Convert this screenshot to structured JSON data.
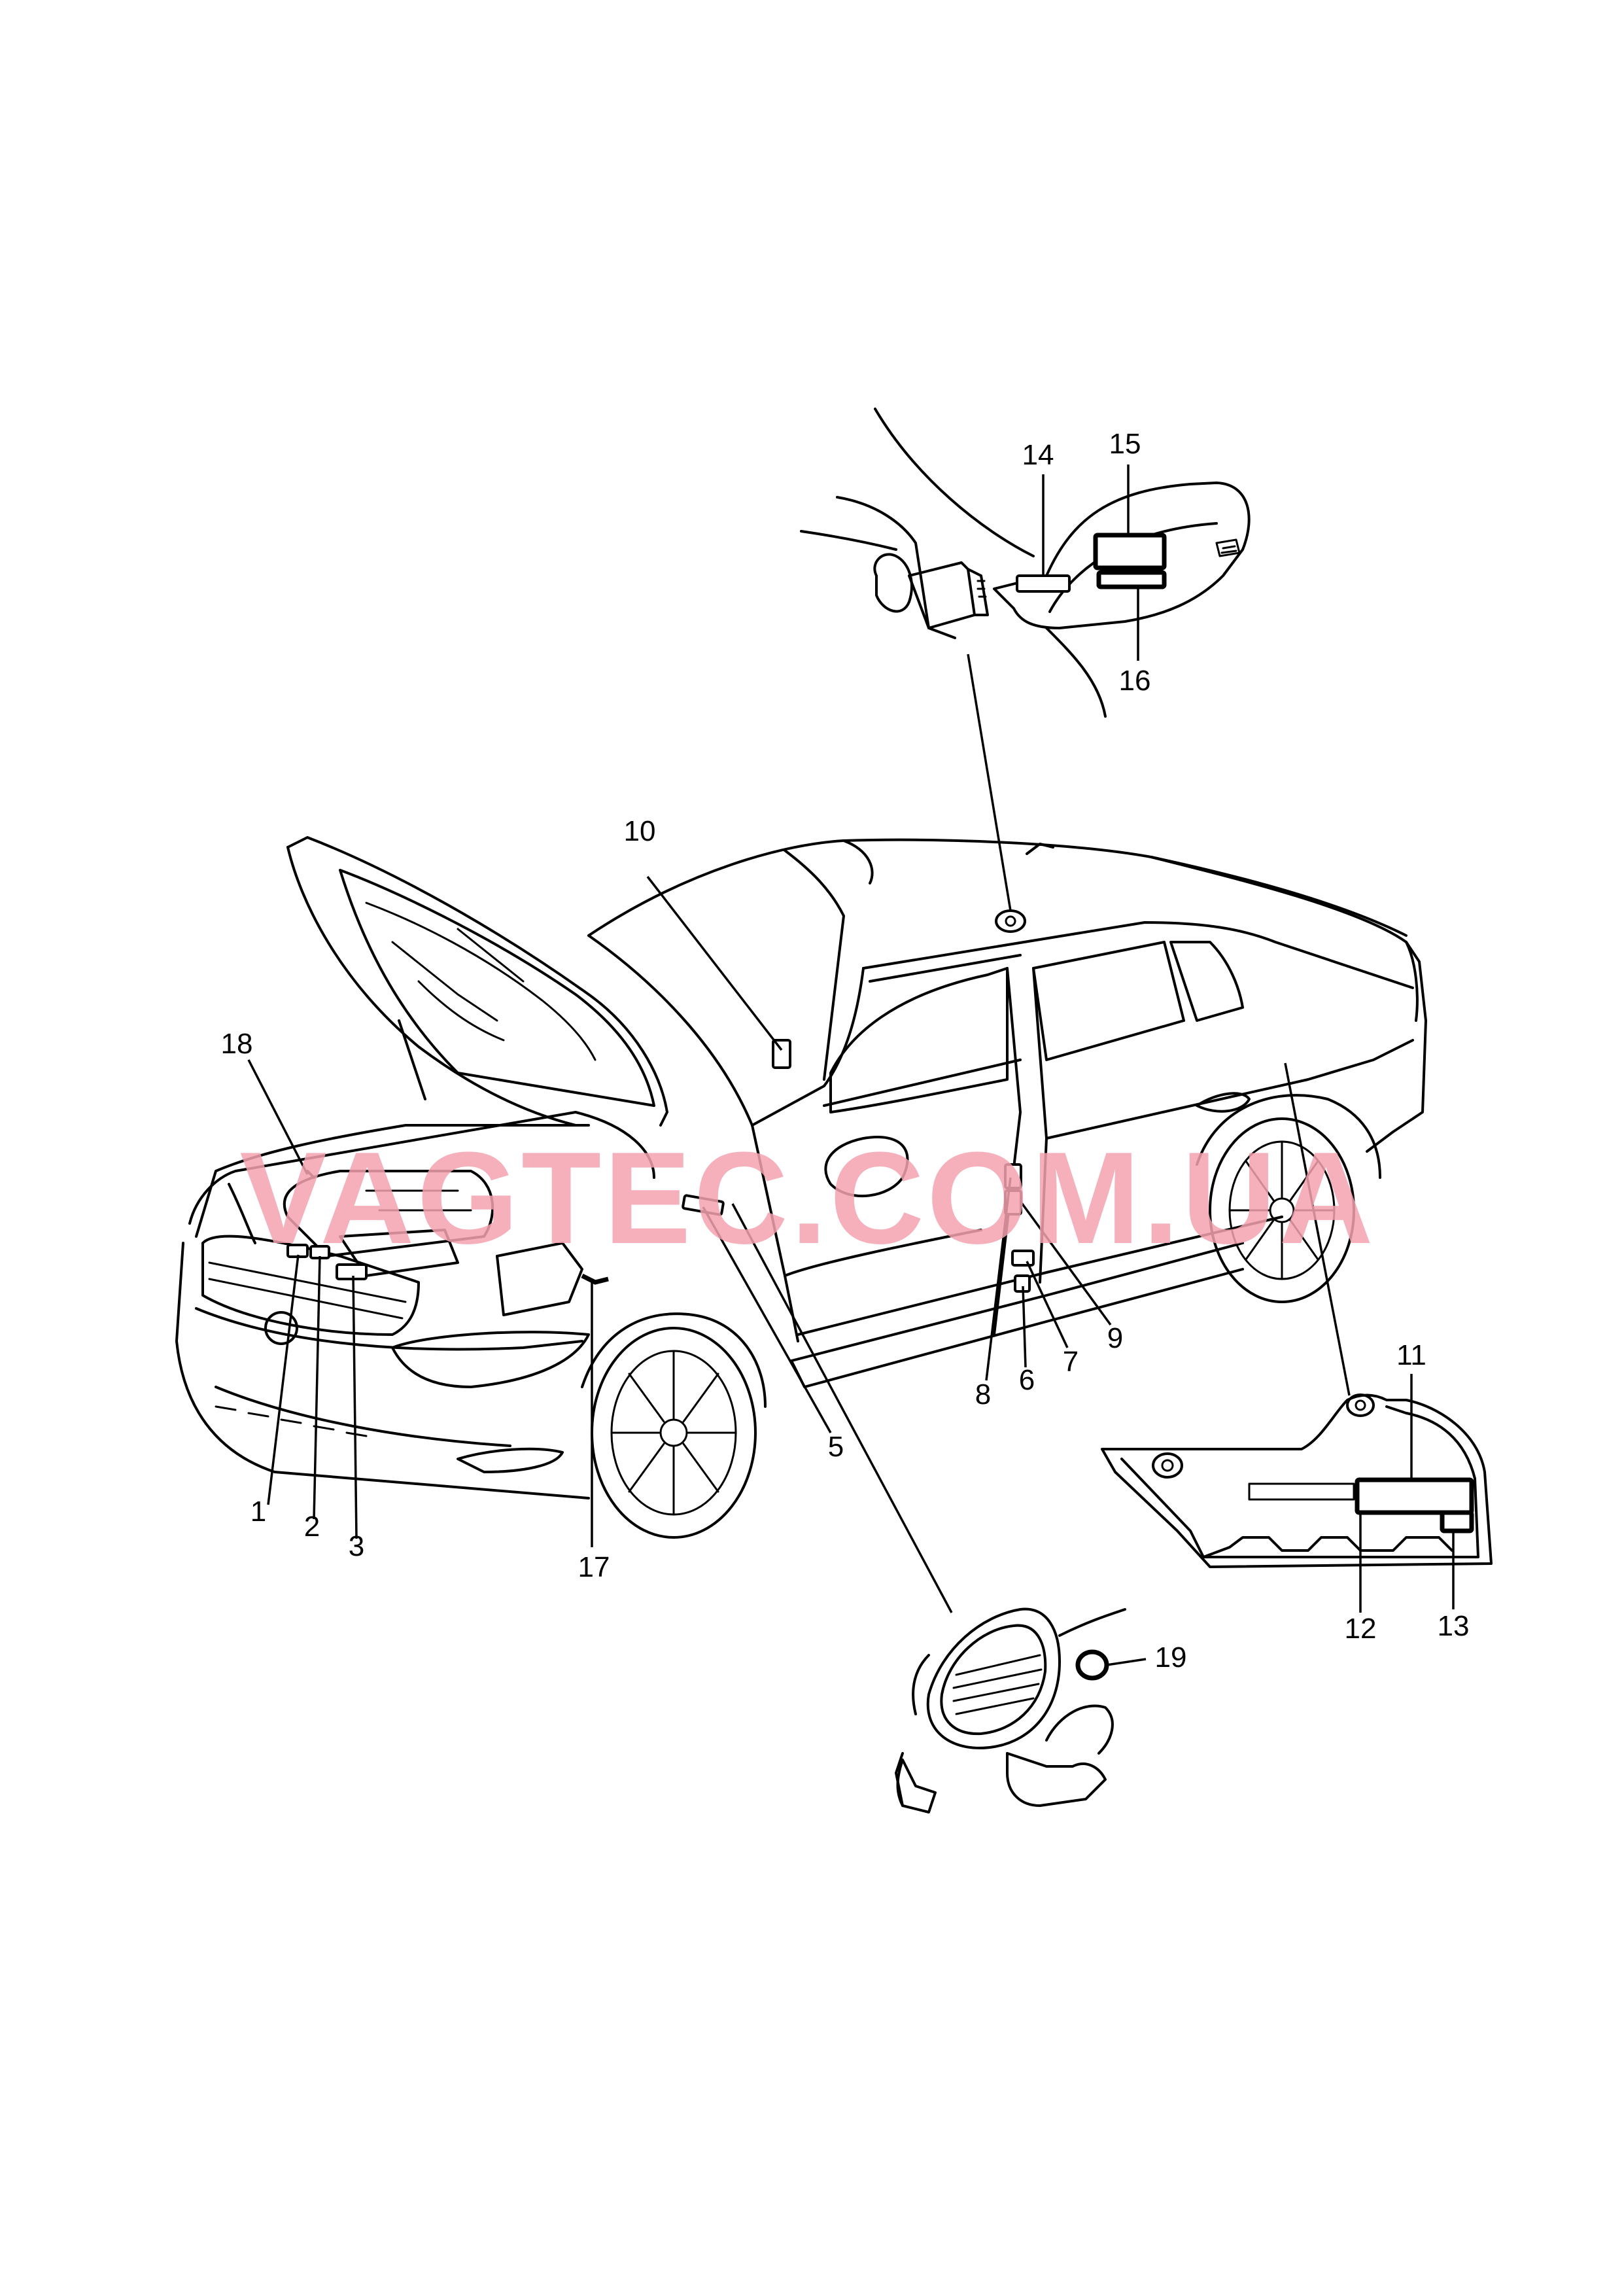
{
  "watermark": "VAGTEC.COM.UA",
  "watermark_color": "#f5a3b1",
  "callouts": {
    "c1": "1",
    "c2": "2",
    "c3": "3",
    "c5": "5",
    "c6": "6",
    "c7": "7",
    "c8": "8",
    "c9": "9",
    "c10": "10",
    "c11": "11",
    "c12": "12",
    "c13": "13",
    "c14": "14",
    "c15": "15",
    "c16": "16",
    "c17": "17",
    "c18": "18",
    "c19": "19"
  }
}
